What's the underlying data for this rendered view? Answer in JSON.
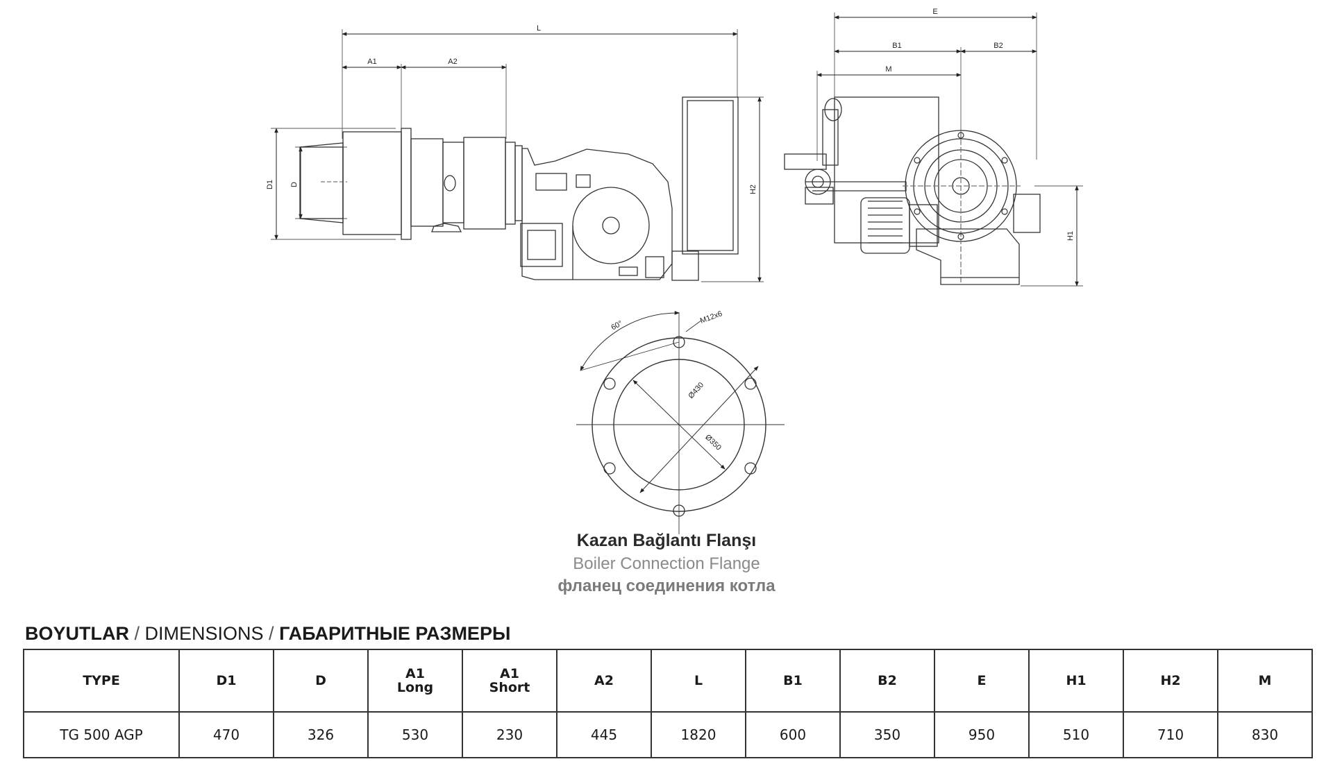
{
  "side_view": {
    "labels": {
      "L": "L",
      "A1": "A1",
      "A2": "A2",
      "D1": "D1",
      "D": "D",
      "H2": "H2"
    }
  },
  "front_view": {
    "labels": {
      "E": "E",
      "B1": "B1",
      "B2": "B2",
      "M": "M",
      "H1": "H1"
    }
  },
  "flange": {
    "angle_label": "60°",
    "bolts_label": "M12x6",
    "outer_dia_label": "Ø430",
    "inner_dia_label": "Ø350",
    "title_tr": "Kazan Bağlantı Flanşı",
    "title_en": "Boiler Connection Flange",
    "title_ru": "фланец соединения котла"
  },
  "dimensions": {
    "title_tr": "BOYUTLAR",
    "title_en": "DIMENSIONS",
    "title_ru": "ГАБАРИТНЫЕ РАЗМЕРЫ",
    "separator": " / ",
    "columns": [
      {
        "line1": "TYPE",
        "line2": ""
      },
      {
        "line1": "D1",
        "line2": ""
      },
      {
        "line1": "D",
        "line2": ""
      },
      {
        "line1": "A1",
        "line2": "Long"
      },
      {
        "line1": "A1",
        "line2": "Short"
      },
      {
        "line1": "A2",
        "line2": ""
      },
      {
        "line1": "L",
        "line2": ""
      },
      {
        "line1": "B1",
        "line2": ""
      },
      {
        "line1": "B2",
        "line2": ""
      },
      {
        "line1": "E",
        "line2": ""
      },
      {
        "line1": "H1",
        "line2": ""
      },
      {
        "line1": "H2",
        "line2": ""
      },
      {
        "line1": "M",
        "line2": ""
      }
    ],
    "rows": [
      [
        "TG 500 AGP",
        "470",
        "326",
        "530",
        "230",
        "445",
        "1820",
        "600",
        "350",
        "950",
        "510",
        "710",
        "830"
      ]
    ]
  }
}
